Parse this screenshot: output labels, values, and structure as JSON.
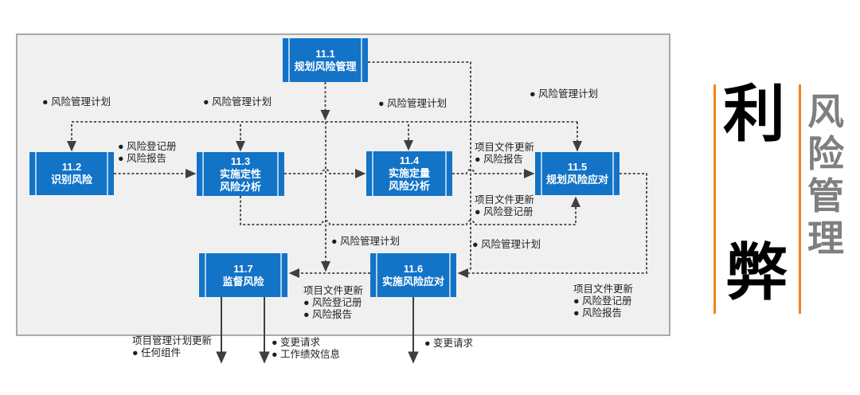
{
  "diagram": {
    "boxes": [
      {
        "id": "11.1",
        "line1": "规划风险管理"
      },
      {
        "id": "11.2",
        "line1": "识别风险"
      },
      {
        "id": "11.3",
        "line1": "实施定性",
        "line2": "风险分析"
      },
      {
        "id": "11.4",
        "line1": "实施定量",
        "line2": "风险分析"
      },
      {
        "id": "11.5",
        "line1": "规划风险应对"
      },
      {
        "id": "11.6",
        "line1": "实施风险应对"
      },
      {
        "id": "11.7",
        "line1": "监督风险"
      }
    ],
    "labels": [
      {
        "lines": [
          "● 风险管理计划"
        ]
      },
      {
        "lines": [
          "● 风险管理计划"
        ]
      },
      {
        "lines": [
          "● 风险管理计划"
        ]
      },
      {
        "lines": [
          "● 风险管理计划"
        ]
      },
      {
        "lines": [
          "● 风险登记册",
          "● 风险报告"
        ]
      },
      {
        "lines": [
          "项目文件更新",
          "● 风险报告"
        ]
      },
      {
        "lines": [
          "项目文件更新",
          "● 风险登记册"
        ]
      },
      {
        "lines": [
          "● 风险管理计划"
        ]
      },
      {
        "lines": [
          "● 风险管理计划"
        ]
      },
      {
        "lines": [
          "项目文件更新",
          "● 风险登记册",
          "● 风险报告"
        ]
      },
      {
        "lines": [
          "项目文件更新",
          "● 风险登记册",
          "● 风险报告"
        ]
      },
      {
        "lines": [
          "项目管理计划更新",
          "● 任何组件"
        ]
      },
      {
        "lines": [
          "● 变更请求",
          "● 工作绩效信息"
        ]
      },
      {
        "lines": [
          "● 变更请求"
        ]
      }
    ]
  },
  "sidebar": {
    "pros": "利",
    "cons": "弊",
    "title": "风险管理",
    "title_chars": [
      "风",
      "险",
      "管",
      "理"
    ],
    "accent_color": "#F5831D",
    "title_color": "#7F7F7F"
  },
  "colors": {
    "box_blue": "#1273C7",
    "box_text": "#FFFFFF",
    "panel_bg": "#F0F0F0",
    "panel_border": "#A9A9A9",
    "line": "#3F3F3F",
    "label_text": "#1F1F1F"
  }
}
